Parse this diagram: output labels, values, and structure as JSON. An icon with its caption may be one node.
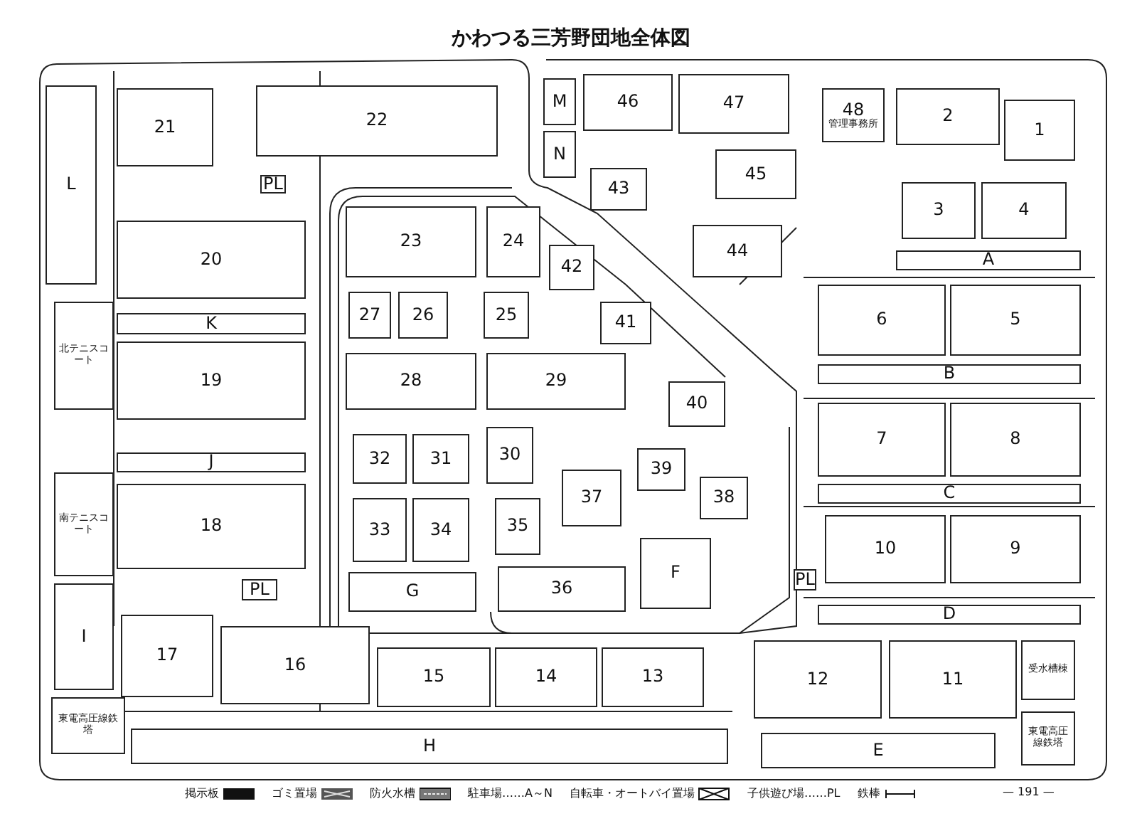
{
  "diagram": {
    "title": "かわつる三芳野団地全体図",
    "nodes": [
      {
        "text": [
          "M"
        ]
      },
      {
        "text": [
          "46"
        ]
      },
      {
        "text": [
          "47"
        ]
      },
      {
        "text": [
          "48",
          "管理事務所"
        ]
      },
      {
        "text": [
          "2"
        ]
      },
      {
        "text": [
          "1"
        ]
      },
      {
        "text": [
          "21"
        ]
      },
      {
        "text": [
          "22"
        ]
      },
      {
        "text": [
          "N"
        ]
      },
      {
        "text": [
          "45"
        ]
      },
      {
        "text": [
          "PL"
        ]
      },
      {
        "text": [
          "43"
        ]
      },
      {
        "text": [
          "3"
        ]
      },
      {
        "text": [
          "4"
        ]
      },
      {
        "text": [
          "23"
        ]
      },
      {
        "text": [
          "24"
        ]
      },
      {
        "text": [
          "20"
        ]
      },
      {
        "text": [
          "44"
        ]
      },
      {
        "text": [
          "A"
        ]
      },
      {
        "text": [
          "42"
        ]
      },
      {
        "text": [
          "L"
        ]
      },
      {
        "text": [
          "6"
        ]
      },
      {
        "text": [
          "5"
        ]
      },
      {
        "text": [
          "27"
        ]
      },
      {
        "text": [
          "26"
        ]
      },
      {
        "text": [
          "25"
        ]
      },
      {
        "text": [
          "北テニスコート"
        ]
      },
      {
        "text": [
          "41"
        ]
      },
      {
        "text": [
          "K"
        ]
      },
      {
        "text": [
          "19"
        ]
      },
      {
        "text": [
          "28"
        ]
      },
      {
        "text": [
          "29"
        ]
      },
      {
        "text": [
          "B"
        ]
      },
      {
        "text": [
          "40"
        ]
      },
      {
        "text": [
          "7"
        ]
      },
      {
        "text": [
          "8"
        ]
      },
      {
        "text": [
          "32"
        ]
      },
      {
        "text": [
          "31"
        ]
      },
      {
        "text": [
          "30"
        ]
      },
      {
        "text": [
          "J"
        ]
      },
      {
        "text": [
          "南テニスコート"
        ]
      },
      {
        "text": [
          "39"
        ]
      },
      {
        "text": [
          "38"
        ]
      },
      {
        "text": [
          "18"
        ]
      },
      {
        "text": [
          "C"
        ]
      },
      {
        "text": [
          "37"
        ]
      },
      {
        "text": [
          "33"
        ]
      },
      {
        "text": [
          "34"
        ]
      },
      {
        "text": [
          "35"
        ]
      },
      {
        "text": [
          "10"
        ]
      },
      {
        "text": [
          "9"
        ]
      },
      {
        "text": [
          "F"
        ]
      },
      {
        "text": [
          "36"
        ]
      },
      {
        "text": [
          "G"
        ]
      },
      {
        "text": [
          "PL"
        ]
      },
      {
        "text": [
          "PL"
        ]
      },
      {
        "text": [
          "I"
        ]
      },
      {
        "text": [
          "D"
        ]
      },
      {
        "text": [
          "17"
        ]
      },
      {
        "text": [
          "16"
        ]
      },
      {
        "text": [
          "12"
        ]
      },
      {
        "text": [
          "11"
        ]
      },
      {
        "text": [
          "受水槽棟"
        ]
      },
      {
        "text": [
          "15"
        ]
      },
      {
        "text": [
          "14"
        ]
      },
      {
        "text": [
          "13"
        ]
      },
      {
        "text": [
          "東電高圧線鉄塔"
        ]
      },
      {
        "text": [
          "東電高圧線鉄塔"
        ]
      },
      {
        "text": [
          "E"
        ]
      },
      {
        "text": [
          "H"
        ]
      }
    ],
    "labels": [
      "— 191 —"
    ],
    "legend": [
      {
        "text": "掲示板"
      },
      {
        "text": "ゴミ置場"
      },
      {
        "text": "防火水槽"
      },
      {
        "text": "駐車場……A～N"
      },
      {
        "text": "自転車・オートバイ置場"
      },
      {
        "text": "子供遊び場……PL"
      },
      {
        "text": "鉄棒"
      }
    ]
  }
}
